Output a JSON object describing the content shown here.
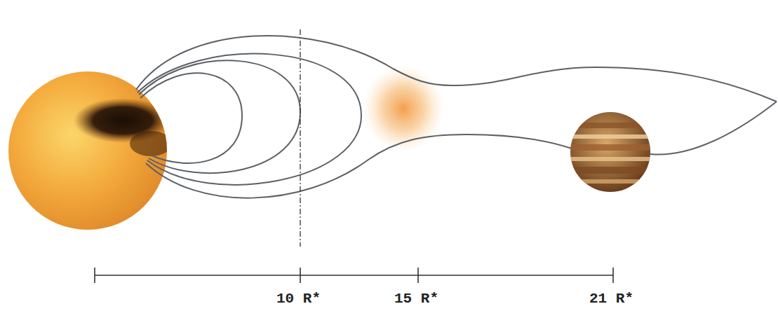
{
  "diagram": {
    "labels": [
      "10 R*",
      "15 R*",
      "21 R*"
    ]
  }
}
